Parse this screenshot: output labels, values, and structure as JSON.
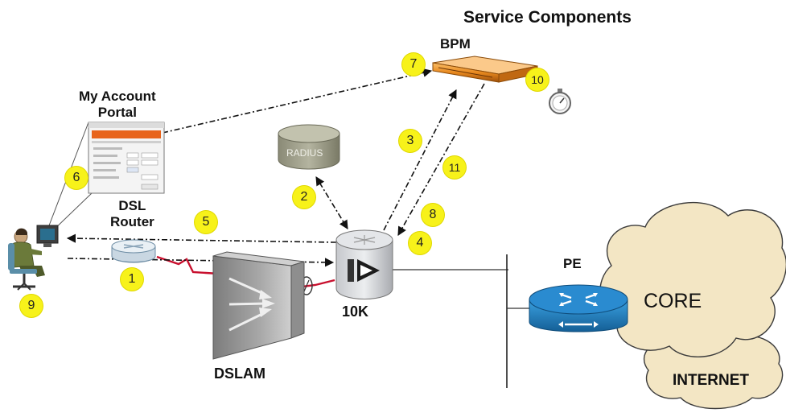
{
  "title": "Service Components",
  "labels": {
    "bpm": "BPM",
    "portal": "My Account\nPortal",
    "dsl_router": "DSL\nRouter",
    "radius": "RADIUS",
    "ten_k": "10K",
    "dslam": "DSLAM",
    "pe": "PE",
    "core": "CORE",
    "internet": "INTERNET"
  },
  "steps": [
    "1",
    "2",
    "3",
    "4",
    "5",
    "6",
    "7",
    "8",
    "9",
    "10",
    "11"
  ],
  "colors": {
    "step_marker": "#f7f21a",
    "bpm_device": "#e8891f",
    "router": "#1e7fc0",
    "cloud": "#f3e6c4",
    "radius_db": "#9a9a86",
    "dsl_link": "#c8102e"
  }
}
